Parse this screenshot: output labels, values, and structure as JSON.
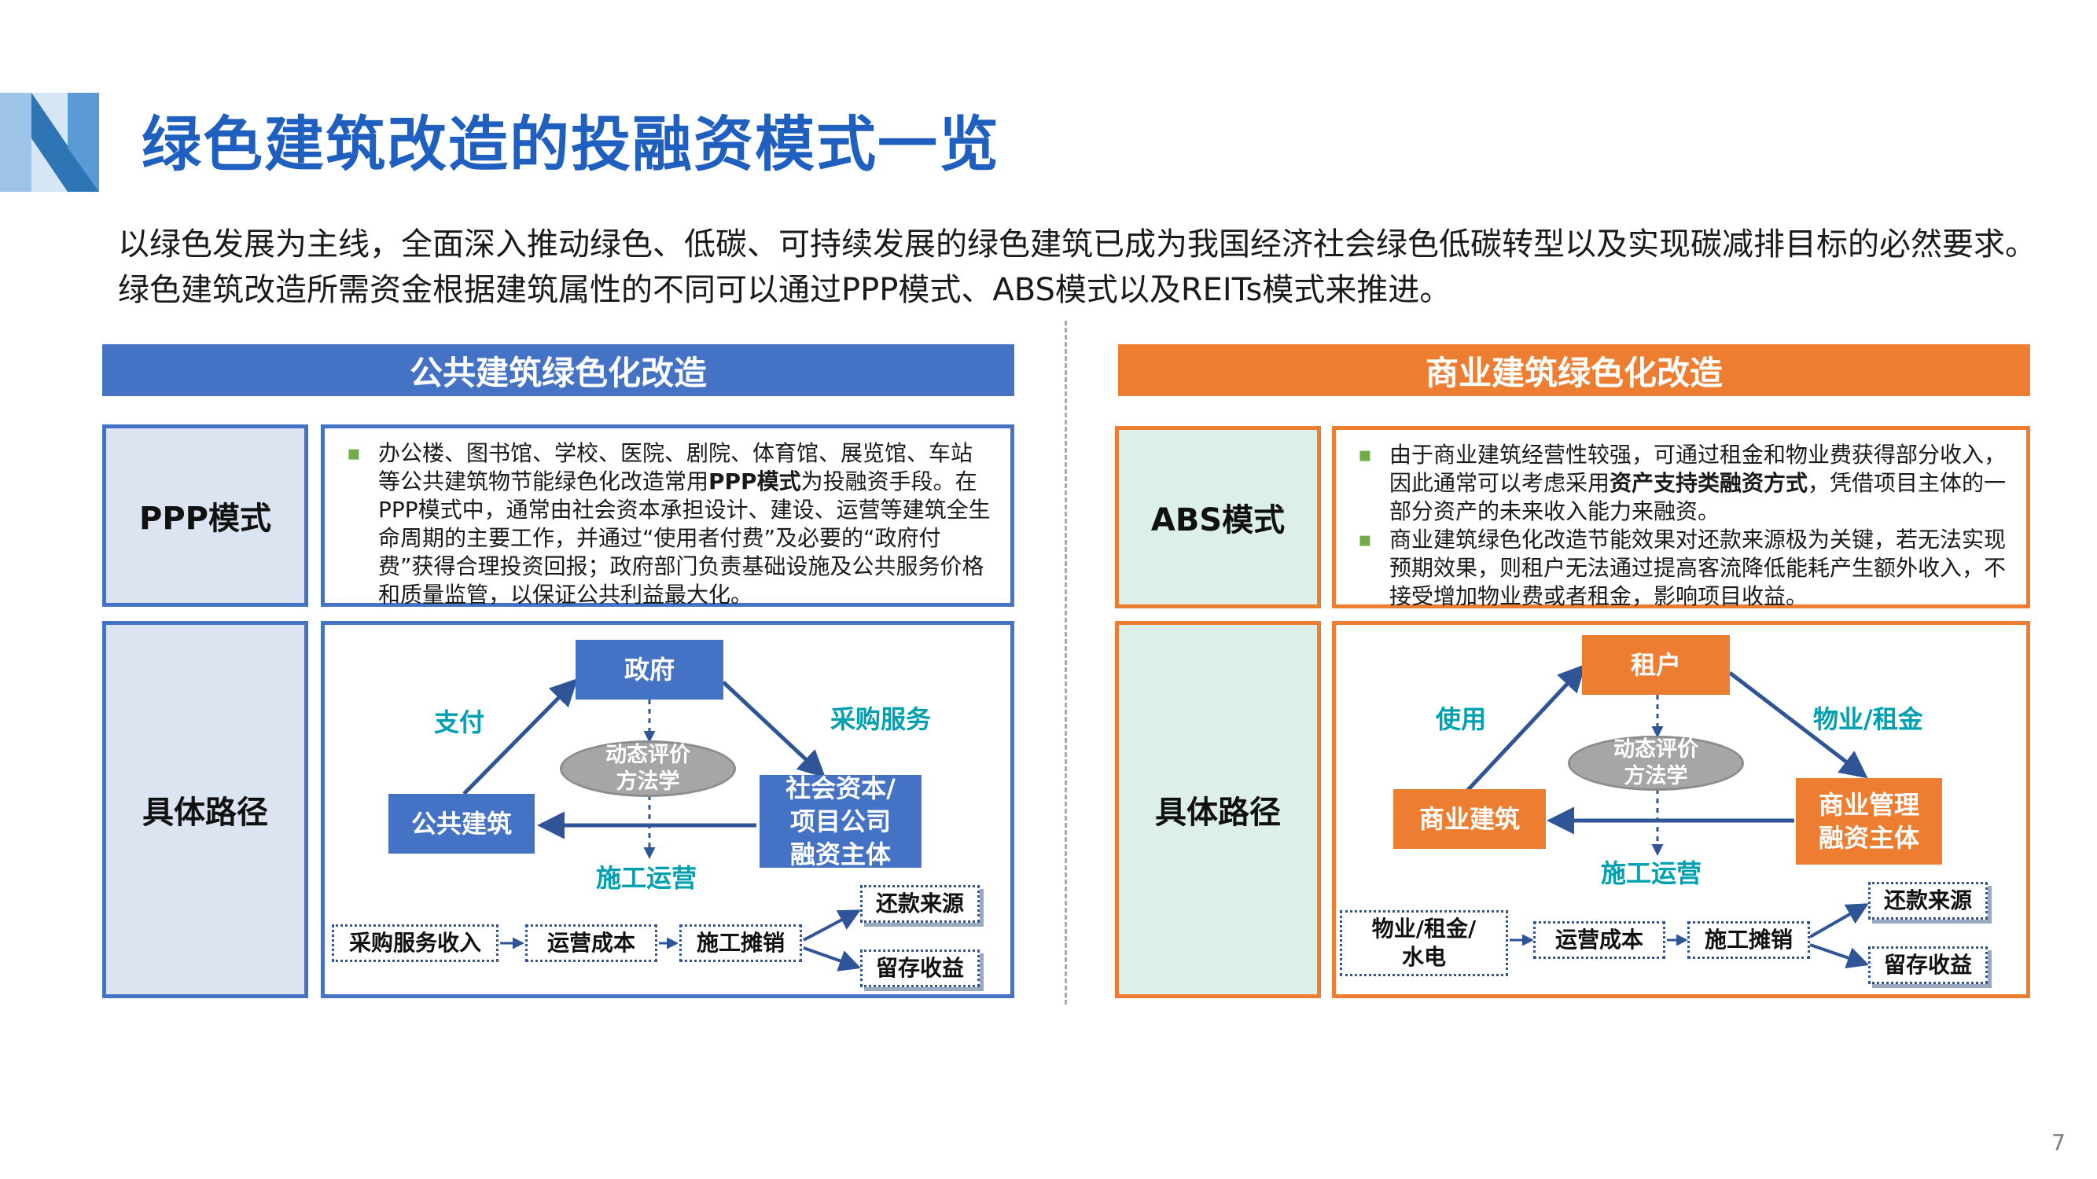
{
  "header": {
    "title": "绿色建筑改造的投融资模式一览"
  },
  "intro": "以绿色发展为主线，全面深入推动绿色、低碳、可持续发展的绿色建筑已成为我国经济社会绿色低碳转型以及实现碳减排目标的必然要求。绿色建筑改造所需资金根据建筑属性的不同可以通过PPP模式、ABS模式以及REITs模式来推进。",
  "left": {
    "banner": "公共建筑绿色化改造",
    "model_label": "PPP模式",
    "desc_pre": "办公楼、图书馆、学校、医院、剧院、体育馆、展览馆、车站等公共建筑物节能绿色化改造常用",
    "desc_bold": "PPP模式",
    "desc_post": "为投融资手段。在PPP模式中，通常由社会资本承担设计、建设、运营等建筑全生命周期的主要工作，并通过“使用者付费”及必要的“政府付费”获得合理投资回报；政府部门负责基础设施及公共服务价格和质量监管，以保证公共利益最大化。",
    "path_label": "具体路径",
    "nodes": {
      "top": "政府",
      "left": "公共建筑",
      "right": "社会资本/\n项目公司\n融资主体",
      "center": "动态评价\n方法学"
    },
    "edges": {
      "left": "支付",
      "right": "采购服务",
      "bottom": "施工运营"
    },
    "chain": [
      "采购服务收入",
      "运营成本",
      "施工摊销"
    ],
    "outcomes": [
      "还款来源",
      "留存收益"
    ]
  },
  "right": {
    "banner": "商业建筑绿色化改造",
    "model_label": "ABS模式",
    "desc1_pre": "由于商业建筑经营性较强，可通过租金和物业费获得部分收入，因此通常可以考虑采用",
    "desc1_bold": "资产支持类融资方式",
    "desc1_post": "，凭借项目主体的一部分资产的未来收入能力来融资。",
    "desc2": "商业建筑绿色化改造节能效果对还款来源极为关键，若无法实现预期效果，则租户无法通过提高客流降低能耗产生额外收入，不接受增加物业费或者租金，影响项目收益。",
    "path_label": "具体路径",
    "nodes": {
      "top": "租户",
      "left": "商业建筑",
      "right": "商业管理\n融资主体",
      "center": "动态评价\n方法学"
    },
    "edges": {
      "left": "使用",
      "right": "物业/租金",
      "bottom": "施工运营"
    },
    "chain": [
      "物业/租金/\n水电",
      "运营成本",
      "施工摊销"
    ],
    "outcomes": [
      "还款来源",
      "留存收益"
    ]
  },
  "footer": {
    "page_number": "7"
  },
  "colors": {
    "accent_blue": "#4472c4",
    "accent_orange": "#ed7d31",
    "title_blue": "#1f5fbf",
    "edge_label_teal": "#00a0b0",
    "bullet_green": "#70ad47"
  }
}
